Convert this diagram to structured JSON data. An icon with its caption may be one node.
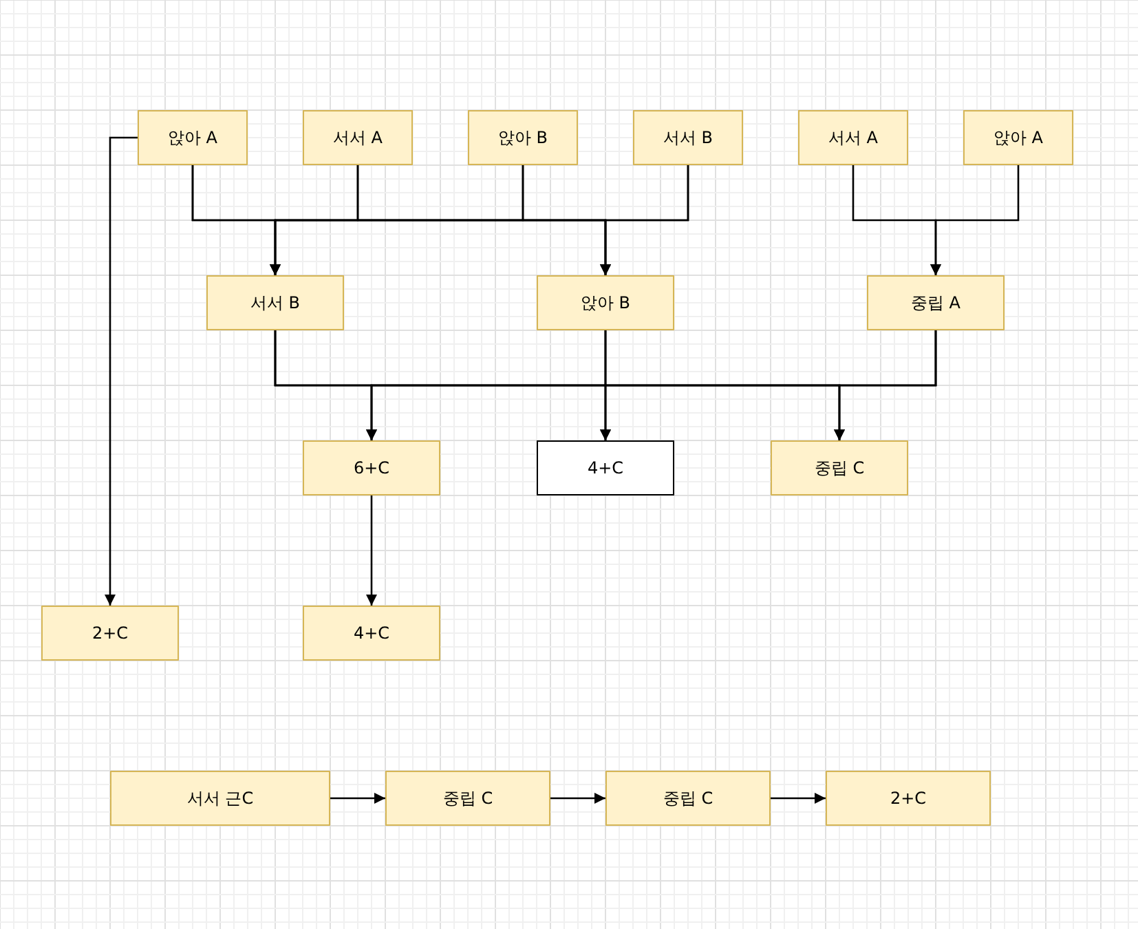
{
  "diagram": {
    "nodes": [
      {
        "text": [
          "앉아 A"
        ]
      },
      {
        "text": [
          "서서 A"
        ]
      },
      {
        "text": [
          "앉아 B"
        ]
      },
      {
        "text": [
          "서서 B"
        ]
      },
      {
        "text": [
          "서서 A"
        ]
      },
      {
        "text": [
          "앉아 A"
        ]
      },
      {
        "text": [
          "서서 B"
        ]
      },
      {
        "text": [
          "앉아 B"
        ]
      },
      {
        "text": [
          "중립 A"
        ]
      },
      {
        "text": [
          "6+C"
        ]
      },
      {
        "text": [
          "4+C"
        ]
      },
      {
        "text": [
          "중립 C"
        ]
      },
      {
        "text": [
          "2+C"
        ]
      },
      {
        "text": [
          "4+C"
        ]
      },
      {
        "text": [
          "서서 근C"
        ]
      },
      {
        "text": [
          "중립 C"
        ]
      },
      {
        "text": [
          "중립 C"
        ]
      },
      {
        "text": [
          "2+C"
        ]
      }
    ],
    "edges": [
      {
        "from": 0,
        "to": 6,
        "arrow": "to"
      },
      {
        "from": 1,
        "to": 6,
        "arrow": "to"
      },
      {
        "from": 2,
        "to": 6,
        "arrow": "to"
      },
      {
        "from": 3,
        "to": 6,
        "arrow": "to"
      },
      {
        "from": 0,
        "to": 7,
        "arrow": "to"
      },
      {
        "from": 1,
        "to": 7,
        "arrow": "to"
      },
      {
        "from": 2,
        "to": 7,
        "arrow": "to"
      },
      {
        "from": 3,
        "to": 7,
        "arrow": "to"
      },
      {
        "from": 4,
        "to": 8,
        "arrow": "to"
      },
      {
        "from": 5,
        "to": 8,
        "arrow": "to"
      },
      {
        "from": 0,
        "to": 12,
        "arrow": "to"
      },
      {
        "from": 6,
        "to": 9,
        "arrow": "to"
      },
      {
        "from": 6,
        "to": 10,
        "arrow": "to"
      },
      {
        "from": 6,
        "to": 11,
        "arrow": "to"
      },
      {
        "from": 7,
        "to": 9,
        "arrow": "to"
      },
      {
        "from": 7,
        "to": 10,
        "arrow": "to"
      },
      {
        "from": 7,
        "to": 11,
        "arrow": "to"
      },
      {
        "from": 8,
        "to": 9,
        "arrow": "to"
      },
      {
        "from": 8,
        "to": 10,
        "arrow": "to"
      },
      {
        "from": 8,
        "to": 11,
        "arrow": "to"
      },
      {
        "from": 9,
        "to": 13,
        "arrow": "to"
      },
      {
        "from": 14,
        "to": 15,
        "arrow": "to"
      },
      {
        "from": 15,
        "to": 16,
        "arrow": "to"
      },
      {
        "from": 16,
        "to": 17,
        "arrow": "to"
      }
    ]
  }
}
